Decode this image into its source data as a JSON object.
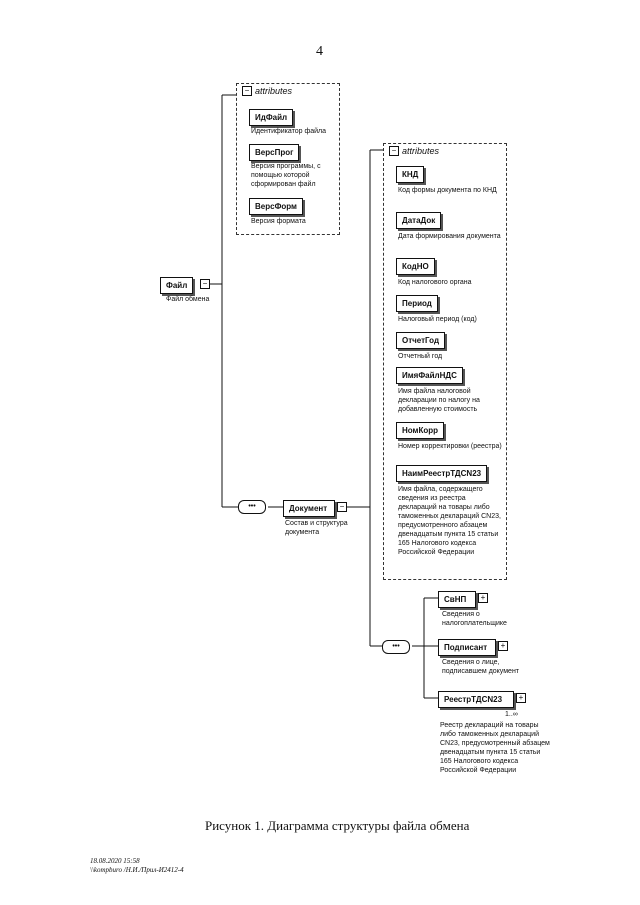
{
  "page_number": "4",
  "attributes_label": "attributes",
  "root": {
    "name": "Файл",
    "desc": "Файл обмена"
  },
  "root_attributes": [
    {
      "name": "ИдФайл",
      "desc": "Идентификатор файла"
    },
    {
      "name": "ВерсПрог",
      "desc": "Версия программы, с помощью которой сформирован файл"
    },
    {
      "name": "ВерсФорм",
      "desc": "Версия формата"
    }
  ],
  "document": {
    "name": "Документ",
    "desc": "Состав и структура документа"
  },
  "document_attributes": [
    {
      "name": "КНД",
      "desc": "Код формы документа по КНД"
    },
    {
      "name": "ДатаДок",
      "desc": "Дата формирования документа"
    },
    {
      "name": "КодНО",
      "desc": "Код налогового органа"
    },
    {
      "name": "Период",
      "desc": "Налоговый период (код)"
    },
    {
      "name": "ОтчетГод",
      "desc": "Отчетный год"
    },
    {
      "name": "ИмяФайлНДС",
      "desc": "Имя файла налоговой декларации по налогу на добавленную стоимость"
    },
    {
      "name": "НомКорр",
      "desc": "Номер корректировки (реестра)"
    },
    {
      "name": "НаимРеестрТДCN23",
      "desc": "Имя файла, содержащего сведения из реестра деклараций на товары либо таможенных деклараций CN23, предусмотренного абзацем двенадцатым пункта 15 статьи 165 Налогового кодекса Российской Федерации"
    }
  ],
  "document_children": [
    {
      "name": "СвНП",
      "desc": "Сведения о налогоплательщике"
    },
    {
      "name": "Подписант",
      "desc": "Сведения о лице, подписавшем документ"
    },
    {
      "name": "РеестрТДCN23",
      "desc": "Реестр деклараций на товары либо таможенных деклараций CN23, предусмотренный абзацем двенадцатым пункта 15 статьи 165 Налогового кодекса Российской Федерации",
      "multiplicity": "1..∞"
    }
  ],
  "caption": "Рисунок 1. Диаграмма структуры файла обмена",
  "footer": {
    "line1": "18.08.2020 15:58",
    "line2": "\\\\kompburo /Н.И./Прил-И2412-4"
  }
}
